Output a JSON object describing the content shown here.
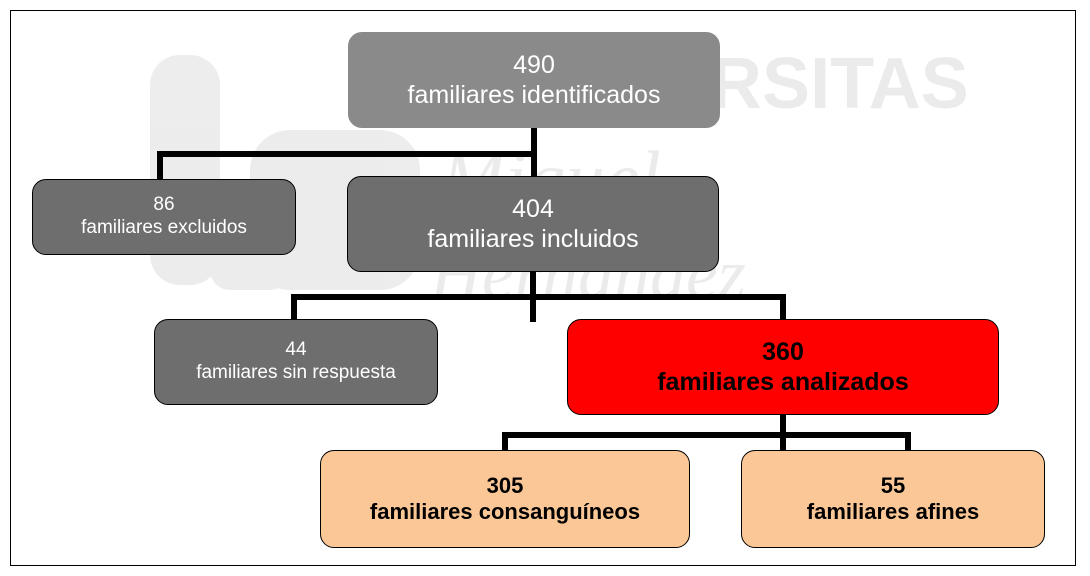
{
  "nodes": {
    "identified": {
      "count": "490",
      "label": "familiares identificados"
    },
    "excluded": {
      "count": "86",
      "label": "familiares excluidos"
    },
    "included": {
      "count": "404",
      "label": "familiares incluidos"
    },
    "no_response": {
      "count": "44",
      "label": "familiares sin respuesta"
    },
    "analyzed": {
      "count": "360",
      "label": "familiares analizados"
    },
    "consanguineous": {
      "count": "305",
      "label": "familiares consanguíneos"
    },
    "affines": {
      "count": "55",
      "label": "familiares afines"
    }
  },
  "watermark": {
    "line1": "UNIVERSITAS",
    "line2": "Miguel",
    "line3": "Hernández"
  },
  "colors": {
    "gray_box": "#7f7f7f",
    "highlight_red": "#ff0000",
    "peach": "#fbc797",
    "connector": "#000000"
  }
}
